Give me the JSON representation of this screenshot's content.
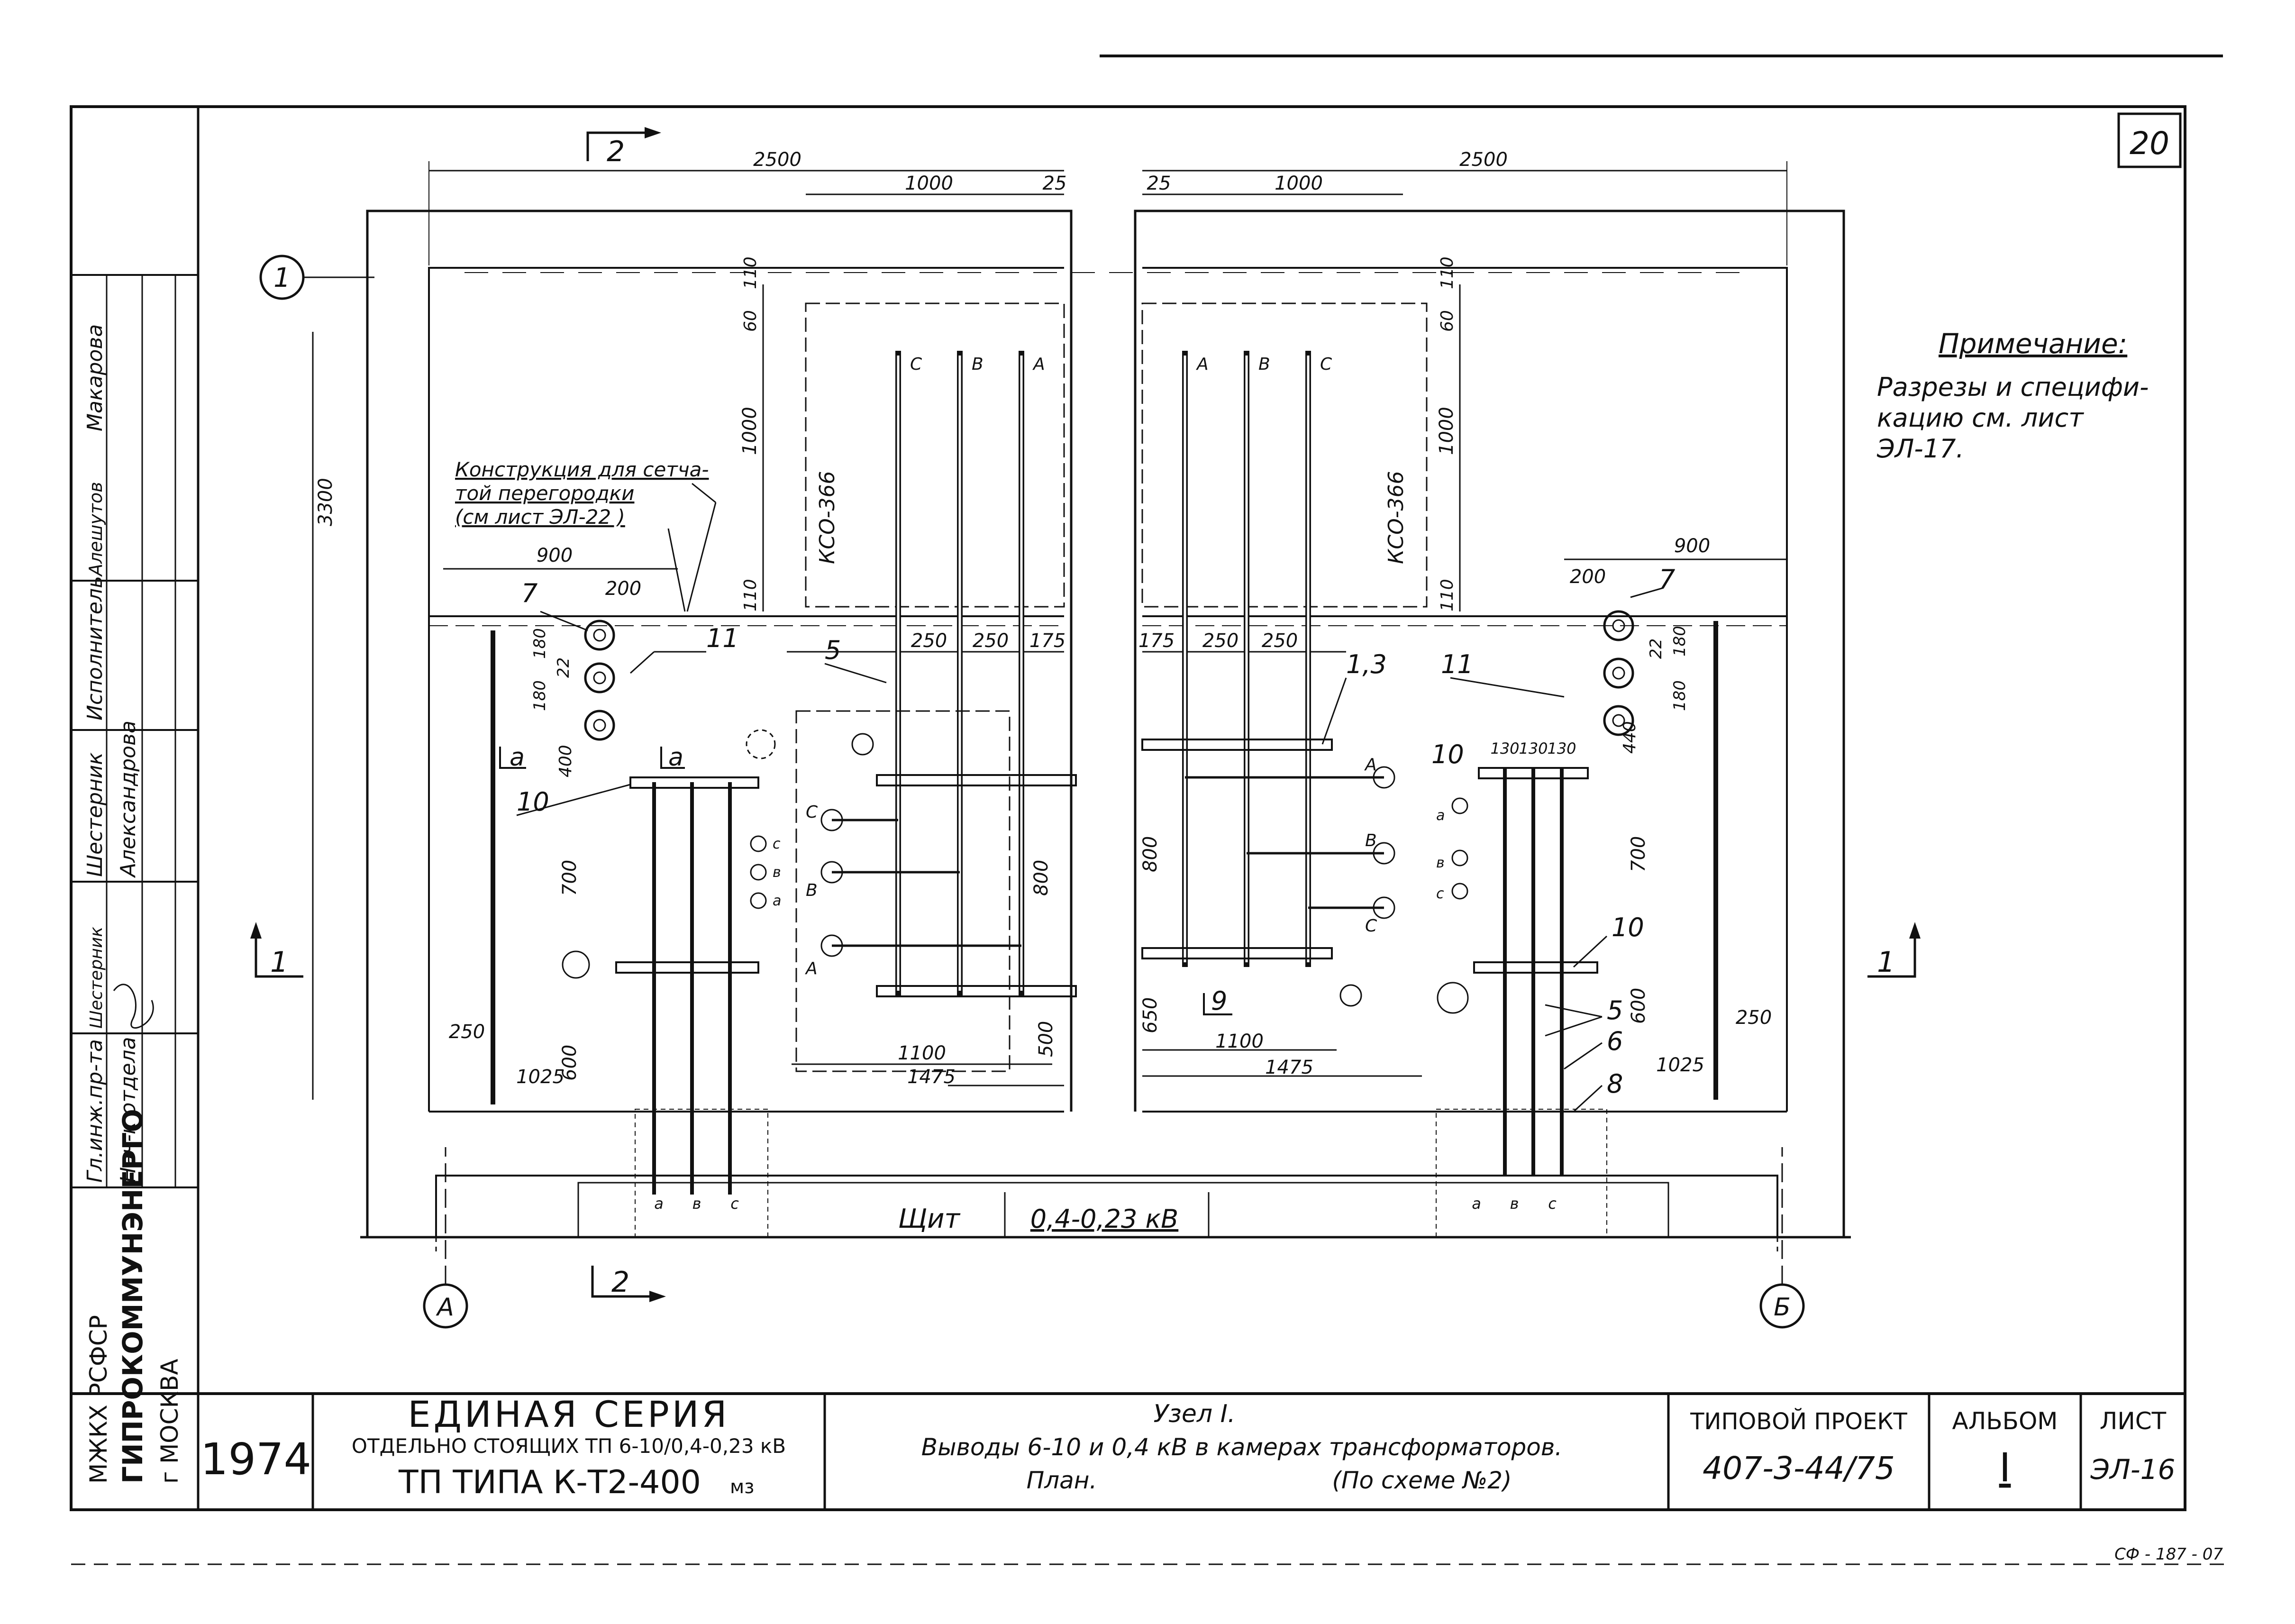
{
  "sheet_number": "20",
  "stamp_code": "СФ - 187 - 07",
  "section_marks": {
    "top": "2",
    "bottom": "2",
    "left": "1",
    "right": "1",
    "a_left": "a",
    "a_right": "a"
  },
  "axes": {
    "row_1": "1",
    "col_A": "А",
    "col_B": "Б"
  },
  "dims": {
    "w2500_left": "2500",
    "w2500_right": "2500",
    "d1000_l": "1000",
    "d25_l": "25",
    "d25_r": "25",
    "d1000_r": "1000",
    "d3300": "3300",
    "d900_l": "900",
    "d200_l": "200",
    "d900_r": "900",
    "d200_r": "200",
    "d60_l": "60",
    "d110_l": "110",
    "d1000v_l": "1000",
    "d110b_l": "110",
    "d60_r": "60",
    "d110_r": "110",
    "d1000v_r": "1000",
    "d110b_r": "110",
    "d250a_l": "250",
    "d250b_l": "250",
    "d175_l": "175",
    "d175_r": "175",
    "d250a_r": "250",
    "d250b_r": "250",
    "d180_l": "180",
    "d22_l": "22",
    "d180b_l": "180",
    "d400_l": "400",
    "d180_r": "180",
    "d22_r": "22",
    "d180b_r": "180",
    "d440_r": "440",
    "d700_l": "700",
    "d800_l": "800",
    "d800_r": "800",
    "d700_r": "700",
    "d600_l": "600",
    "d500_l": "500",
    "d650_r": "650",
    "d600_r": "600",
    "d250_left": "250",
    "d1025_l": "1025",
    "d1100_l": "1100",
    "d1475_l": "1475",
    "d1100_r": "1100",
    "d1475_r": "1475",
    "d1025_r": "1025",
    "d250_right": "250",
    "d130a": "130",
    "d130b": "130",
    "d130c": "130"
  },
  "equipment": {
    "kso_left": "КСО-366",
    "kso_right": "КСО-366",
    "phases_left": [
      "С",
      "В",
      "А"
    ],
    "phases_right": [
      "А",
      "В",
      "С"
    ],
    "switch_phases_left": [
      "С",
      "В",
      "А"
    ],
    "switch_phases_right": [
      "А",
      "В",
      "С"
    ],
    "bus_phases_left": [
      "а",
      "в",
      "с"
    ],
    "bus_phases_right": [
      "а",
      "в",
      "с"
    ],
    "small_left": [
      "с",
      "в",
      "а"
    ],
    "small_right": [
      "а",
      "в",
      "с"
    ],
    "shield_word": "Щит",
    "shield_voltage": "0,4-0,23 кВ"
  },
  "callouts": {
    "c7_l": "7",
    "c11_l": "11",
    "c5_l": "5",
    "c10_l": "10",
    "c7_r": "7",
    "c11_r": "11",
    "c13_r": "1,3",
    "c10a_r": "10",
    "c10b_r": "10",
    "c5_r": "5",
    "c6_r": "6",
    "c8_r": "8",
    "c9_r": "9"
  },
  "construction_note": [
    "Конструкция для сетча-",
    "той перегородки",
    "(см лист ЭЛ-22 )"
  ],
  "note": {
    "title": "Примечание:",
    "lines": [
      "Разрезы и специфи-",
      "кацию см. лист",
      "ЭЛ-17."
    ]
  },
  "side_column": {
    "cells": [
      "Гл.инж.пр-та",
      "Нач-к отдела",
      "Шестерник",
      "Александрова",
      "Исполнитель",
      "Макарова"
    ],
    "signatures": [
      "Алешутов",
      "Шестерник"
    ],
    "org_1": "МЖКХ РСФСР",
    "org_2": "ГИПРОКОММУНЭНЕРГО",
    "org_3": "г МОСКВА"
  },
  "title_block": {
    "year": "1974",
    "series_title": "ЕДИНАЯ СЕРИЯ",
    "series_sub": "ОТДЕЛЬНО СТОЯЩИХ ТП 6-10/0,4-0,23 кВ",
    "tp_type": "ТП ТИПА К-Т2-400",
    "tp_suffix": "мз",
    "node": "Узел I.",
    "desc_1": "Выводы 6-10 и 0,4 кВ в камерах трансформаторов.",
    "desc_2": "План.",
    "desc_3": "(По схеме №2)",
    "proj_label": "ТИПОВОЙ ПРОЕКТ",
    "proj_value": "407-3-44/75",
    "album_label": "АЛЬБОМ",
    "album_value": "I",
    "sheet_label": "ЛИСТ",
    "sheet_value": "ЭЛ-16"
  }
}
